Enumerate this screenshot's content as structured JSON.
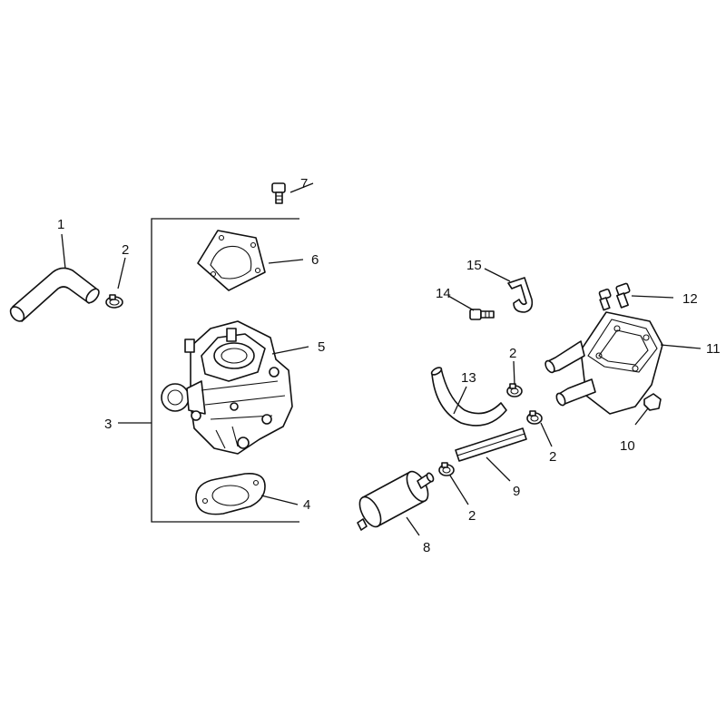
{
  "diagram": {
    "callouts": [
      {
        "id": "c1",
        "label": "1"
      },
      {
        "id": "c2a",
        "label": "2"
      },
      {
        "id": "c3",
        "label": "3"
      },
      {
        "id": "c4",
        "label": "4"
      },
      {
        "id": "c5",
        "label": "5"
      },
      {
        "id": "c6",
        "label": "6"
      },
      {
        "id": "c7",
        "label": "7"
      },
      {
        "id": "c8",
        "label": "8"
      },
      {
        "id": "c9",
        "label": "9"
      },
      {
        "id": "c10",
        "label": "10"
      },
      {
        "id": "c11",
        "label": "11"
      },
      {
        "id": "c12",
        "label": "12"
      },
      {
        "id": "c13",
        "label": "13"
      },
      {
        "id": "c14",
        "label": "14"
      },
      {
        "id": "c15",
        "label": "15"
      },
      {
        "id": "c2b",
        "label": "2"
      },
      {
        "id": "c2c",
        "label": "2"
      },
      {
        "id": "c2d",
        "label": "2"
      }
    ],
    "colors": {
      "ink": "#111111",
      "paper": "#ffffff"
    }
  }
}
